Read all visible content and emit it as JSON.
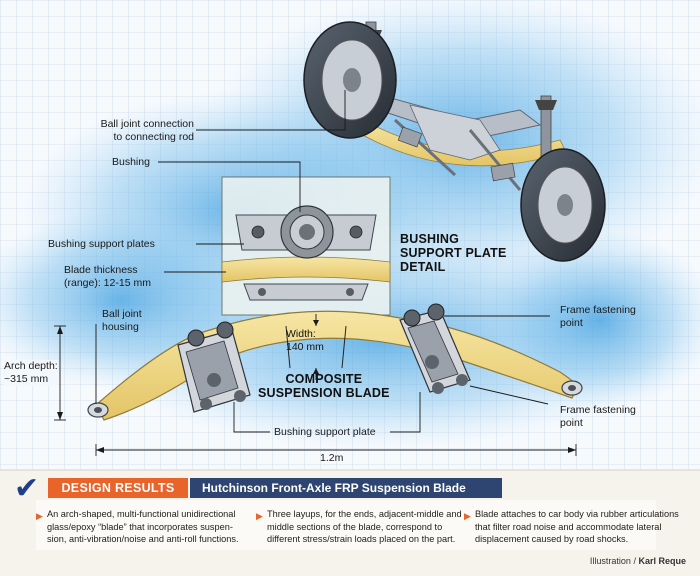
{
  "labels": {
    "ball_joint_connection": [
      "Ball joint connection",
      "to  connecting rod"
    ],
    "bushing": "Bushing",
    "bushing_support_plates": "Bushing support plates",
    "blade_thickness": [
      "Blade thickness",
      "(range): 12-15 mm"
    ],
    "ball_joint_housing": [
      "Ball joint",
      "housing"
    ],
    "arch_depth": [
      "Arch depth:",
      "~315 mm"
    ],
    "width": [
      "Width:",
      "140 mm"
    ],
    "composite_blade": [
      "COMPOSITE",
      "SUSPENSION BLADE"
    ],
    "bushing_detail": [
      "BUSHING",
      "SUPPORT PLATE",
      "DETAIL"
    ],
    "frame_fastening_top": [
      "Frame fastening",
      "point"
    ],
    "frame_fastening_bottom": [
      "Frame fastening",
      "point"
    ],
    "bushing_support_plate": "Bushing support plate",
    "length": "1.2m"
  },
  "design_results": {
    "tab": "DESIGN RESULTS",
    "title": "Hutchinson Front-Axle FRP Suspension Blade",
    "items": [
      [
        "An arch-shaped, multi-functional unidirectional",
        "glass/epoxy “blade” that incorporates suspen-",
        "sion, anti-vibration/noise and anti-roll functions."
      ],
      [
        "Three layups, for the ends, adjacent-middle and",
        "middle sections of the blade, correspond to",
        "different stress/strain loads placed on the part."
      ],
      [
        "Blade attaches to car body via rubber articulations",
        "that filter road noise and accommodate lateral",
        "displacement caused by road shocks."
      ]
    ],
    "credit_prefix": "Illustration",
    "credit_name": "Karl Reque"
  },
  "colors": {
    "orange": "#e8642a",
    "navy": "#2d4570",
    "blade": "#f2dc8a",
    "watercolor": "#4fa6e0"
  }
}
